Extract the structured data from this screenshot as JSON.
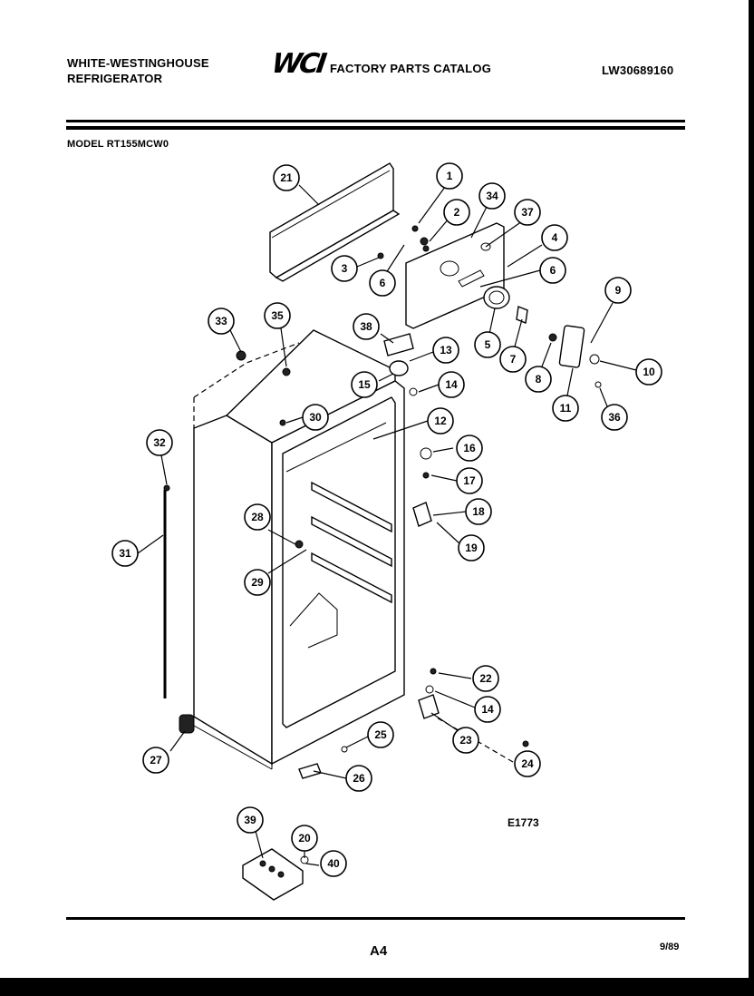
{
  "header": {
    "brand_line1": "WHITE-WESTINGHOUSE",
    "brand_line2": "REFRIGERATOR",
    "logo_text": "WCI",
    "catalog_title": "FACTORY PARTS CATALOG",
    "catalog_number": "LW30689160"
  },
  "model_label": "MODEL RT155MCW0",
  "diagram": {
    "code": "E1773",
    "callouts": [
      "21",
      "1",
      "2",
      "34",
      "37",
      "3",
      "6",
      "4",
      "6",
      "9",
      "5",
      "7",
      "8",
      "10",
      "11",
      "36",
      "33",
      "35",
      "38",
      "13",
      "15",
      "14",
      "30",
      "12",
      "16",
      "17",
      "18",
      "19",
      "32",
      "28",
      "29",
      "31",
      "22",
      "14",
      "23",
      "24",
      "25",
      "27",
      "26",
      "39",
      "20",
      "40"
    ]
  },
  "footer": {
    "page": "A4",
    "date": "9/89"
  }
}
